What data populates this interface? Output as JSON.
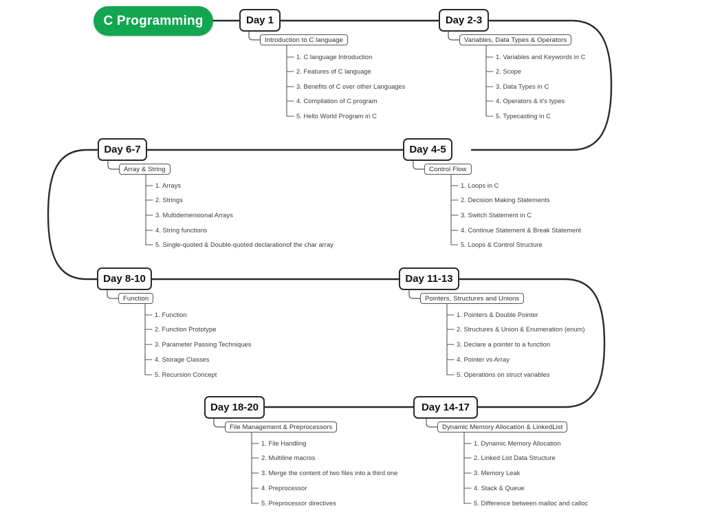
{
  "diagram": {
    "title": "C Programming",
    "root": {
      "label": "C Programming",
      "color": "#12a651"
    },
    "branches": [
      {
        "day": "Day 1",
        "topic": "Introduction to C language",
        "items": [
          "1. C language Introduction",
          "2. Features of C language",
          "3. Benefits of C over other Languages",
          "4. Compilation of C program",
          "5. Hello World Program in C"
        ]
      },
      {
        "day": "Day 2-3",
        "topic": "Variables, Data Types & Operators",
        "items": [
          "1. Variables and Keywords in C",
          "2. Scope",
          "3. Data Types in C",
          "4. Operators & it's types",
          "5. Typecasting in C"
        ]
      },
      {
        "day": "Day 6-7",
        "topic": "Array & String",
        "items": [
          "1. Arrays",
          "2. Strings",
          "3. Multidemensional Arrays",
          "4. String functions",
          "5. Single-quoted & Double-quoted declarationof the char array"
        ]
      },
      {
        "day": "Day 4-5",
        "topic": "Control Flow",
        "items": [
          "1. Loops in C",
          "2. Decision Making Statements",
          "3. Switch Statement in C",
          "4. Continue Statement & Break Statement",
          "5. Loops & Control Structure"
        ]
      },
      {
        "day": "Day 8-10",
        "topic": "Function",
        "items": [
          "1. Function",
          "2. Function Prototype",
          "3. Parameter Passing Techniques",
          "4. Storage Classes",
          "5. Recursion Concept"
        ]
      },
      {
        "day": "Day 11-13",
        "topic": "Pointers, Structures and Unions",
        "items": [
          "1. Pointers & Double Pointer",
          "2. Structures & Union & Enumeration (enum)",
          "3. Declare a pointer to a function",
          "4. Pointer vs Array",
          "5. Operations on struct variables"
        ]
      },
      {
        "day": "Day 18-20",
        "topic": "File Management & Preprocessors",
        "items": [
          "1. File Handling",
          "2. Multiline macros",
          "3. Merge the content of two files into a third one",
          "4. Preprocessor",
          "5. Preprocessor directives"
        ]
      },
      {
        "day": "Day 14-17",
        "topic": "Dynamic Memory Allocation & LinkedList",
        "items": [
          "1. Dynamic Memory Allocation",
          "2. Linked List Data Structure",
          "3. Memory Leak",
          "4. Stack & Queue",
          "5. Difference between malloc and calloc"
        ]
      }
    ]
  }
}
